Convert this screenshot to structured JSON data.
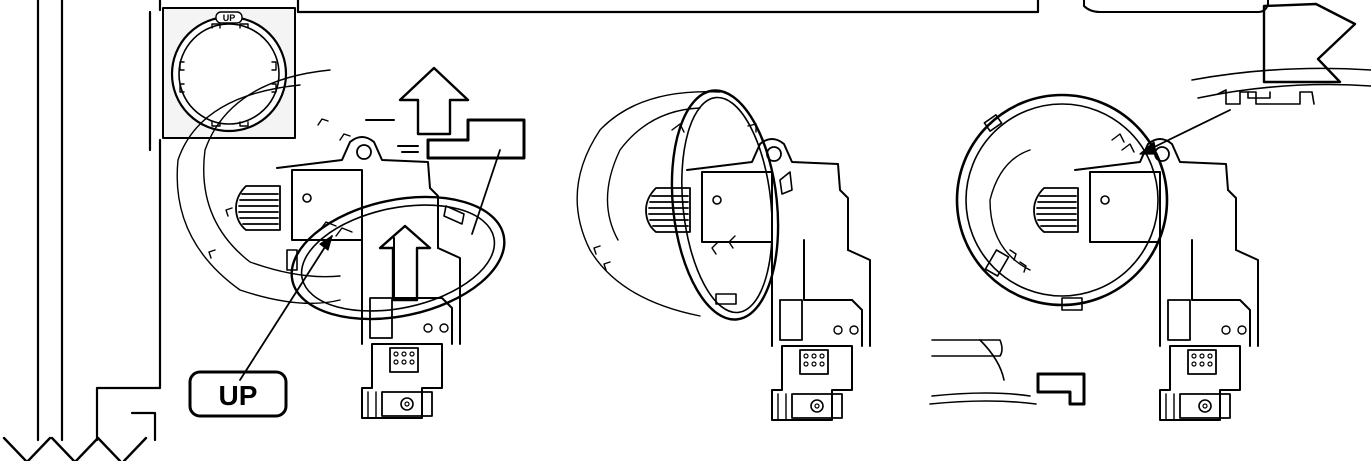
{
  "labels": {
    "inset_up": "UP",
    "callout_up": "UP"
  },
  "colors": {
    "line": "#000000",
    "background": "#ffffff",
    "inset_fill": "#f4f4f4"
  },
  "steps": [
    {
      "name": "step-1-rotate-up"
    },
    {
      "name": "step-2-tilt-ring"
    },
    {
      "name": "step-3-seat-ring"
    }
  ]
}
